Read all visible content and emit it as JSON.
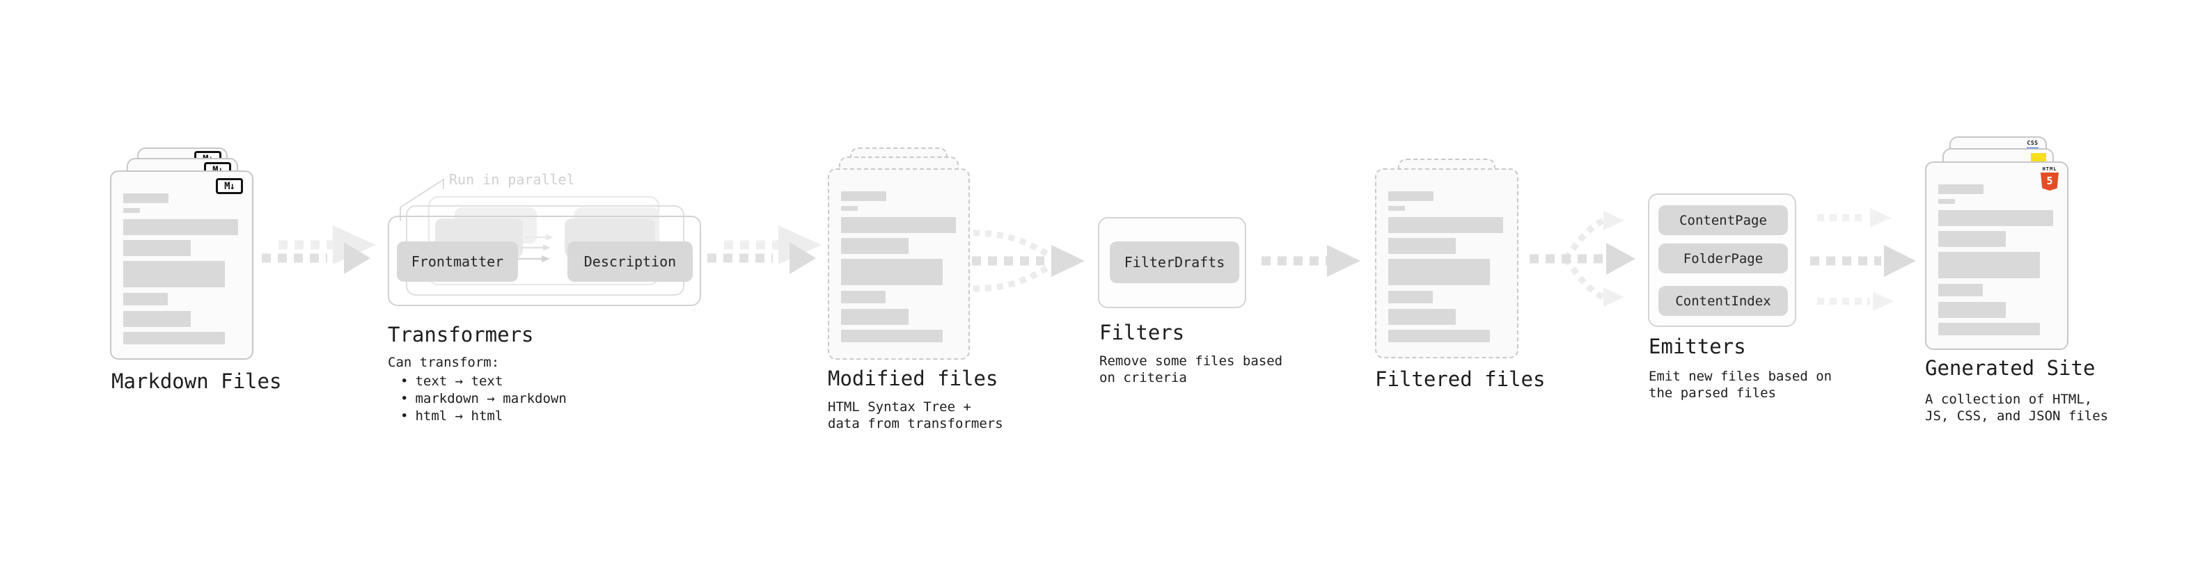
{
  "bullet_char": "•",
  "stages": {
    "markdown": {
      "label": "Markdown Files",
      "badge": "M↓"
    },
    "transformers": {
      "label": "Transformers",
      "callout": "Run in parallel",
      "pill_left": "Frontmatter",
      "pill_right": "Description",
      "subtitle": "Can transform:",
      "bullets": [
        "text → text",
        "markdown → markdown",
        "html → html"
      ]
    },
    "modified": {
      "label": "Modified files",
      "description": "HTML Syntax Tree +\ndata from transformers"
    },
    "filters": {
      "label": "Filters",
      "pill": "FilterDrafts",
      "description": "Remove some files based\non criteria"
    },
    "filtered": {
      "label": "Filtered files"
    },
    "emitters": {
      "label": "Emitters",
      "pills": [
        "ContentPage",
        "FolderPage",
        "ContentIndex"
      ],
      "description": "Emit new files based on\nthe parsed files"
    },
    "site": {
      "label": "Generated Site",
      "description": "A collection of HTML,\nJS, CSS, and JSON files",
      "badge_css": "CSS",
      "badge_html_caption": "HTML",
      "badge_html_number": "5"
    }
  },
  "colors": {
    "html5_orange": "#e44d26",
    "js_yellow": "#f7df1e",
    "css_blue": "#2f6ae0"
  }
}
